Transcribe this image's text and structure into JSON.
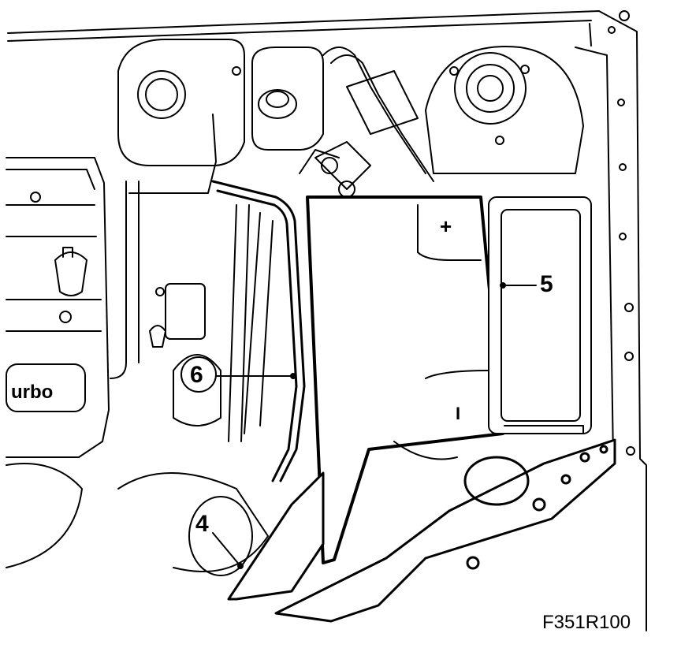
{
  "figure": {
    "code": "F351R100",
    "brand_text": "urbo",
    "callouts": {
      "c4": "4",
      "c5": "5",
      "c6": "6"
    },
    "terminal_plus": "+",
    "terminal_minus": "I"
  },
  "colors": {
    "line": "#000000",
    "background": "#ffffff"
  }
}
